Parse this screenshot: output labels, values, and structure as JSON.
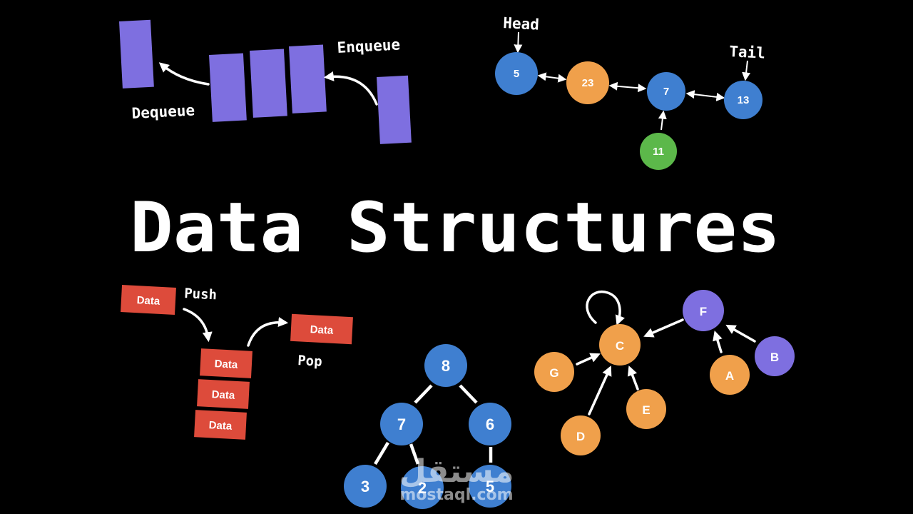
{
  "title": "Data Structures",
  "queue": {
    "enqueue_label": "Enqueue",
    "dequeue_label": "Dequeue"
  },
  "linked_list": {
    "head_label": "Head",
    "tail_label": "Tail",
    "nodes": [
      "5",
      "23",
      "7",
      "13",
      "11"
    ]
  },
  "stack": {
    "push_label": "Push",
    "pop_label": "Pop",
    "item_label": "Data"
  },
  "tree": {
    "nodes": [
      "8",
      "7",
      "6",
      "3",
      "2",
      "5"
    ]
  },
  "graph": {
    "nodes": [
      "C",
      "F",
      "G",
      "D",
      "E",
      "A",
      "B"
    ]
  },
  "watermark": {
    "arabic": "مستقل",
    "latin": "mostaql.com"
  },
  "colors": {
    "background": "#000000",
    "queue": "#7e6fe0",
    "node_blue": "#3f7fd0",
    "node_orange": "#f0a04b",
    "node_green": "#5cb84a",
    "node_purple": "#7e6fe0",
    "stack": "#dd4b3b"
  }
}
